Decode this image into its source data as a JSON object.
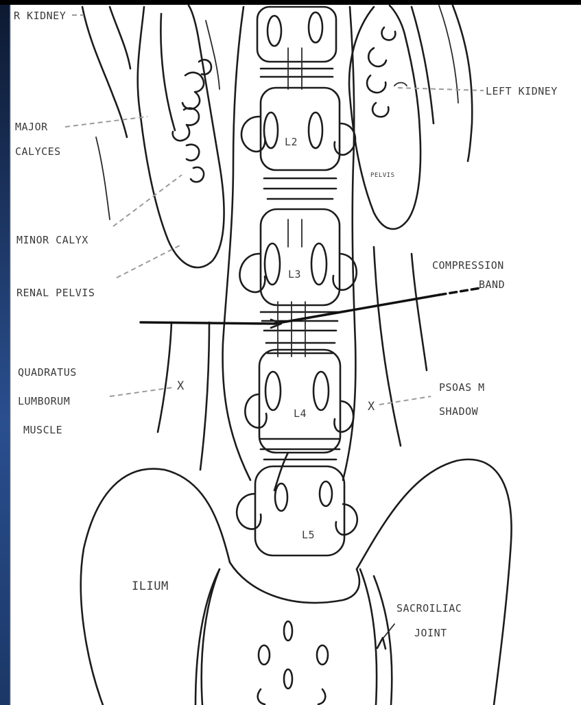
{
  "labels": {
    "right_kidney": "R KIDNEY",
    "left_kidney": "LEFT KIDNEY",
    "major_calyces_line1": "MAJOR",
    "major_calyces_line2": "CALYCES",
    "minor_calyx": "MINOR CALYX",
    "renal_pelvis": "RENAL PELVIS",
    "compression_band_line1": "COMPRESSION",
    "compression_band_line2": "BAND",
    "quadratus_line1": "QUADRATUS",
    "quadratus_line2": "LUMBORUM",
    "quadratus_line3": "MUSCLE",
    "psoas_line1": "PSOAS M",
    "psoas_line2": "SHADOW",
    "ilium": "ILIUM",
    "sacroiliac_line1": "SACROILIAC",
    "sacroiliac_line2": "JOINT",
    "vertebra_l2": "L2",
    "vertebra_l3": "L3",
    "vertebra_l4": "L4",
    "vertebra_l5": "L5",
    "marker_left": "X",
    "marker_right": "X",
    "pelvis_small": "PELVIS"
  }
}
